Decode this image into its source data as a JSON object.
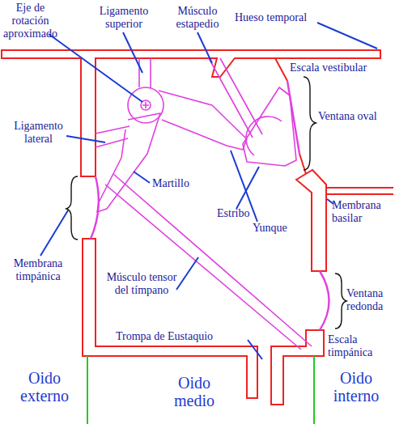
{
  "diagram": {
    "labels": [
      "Eje de rotación aproximado",
      "Ligamento superior",
      "Músculo estapedio",
      "Hueso temporal",
      "Escala vestibular",
      "Ventana oval",
      "Ligamento lateral",
      "Martillo",
      "Estribo",
      "Yunque",
      "Membrana basilar",
      "Membrana timpánica",
      "Músculo tensor del tímpano",
      "Ventana redonda",
      "Trompa de Eustaquio",
      "Escala timpánica",
      "Oido externo",
      "Oido medio",
      "Oido interno"
    ]
  }
}
